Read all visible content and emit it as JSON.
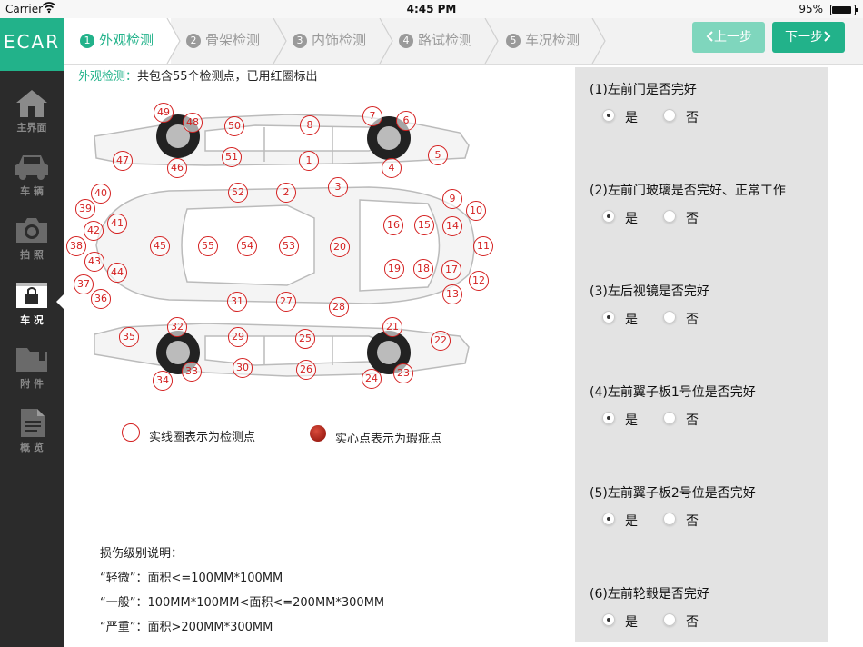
{
  "status": {
    "carrier": "Carrier",
    "time": "4:45 PM",
    "battery": "95%",
    "battery_level": 0.95
  },
  "app": {
    "logo": "ECAR"
  },
  "sidebar": {
    "items": [
      {
        "label": "主界面",
        "icon": "home-icon"
      },
      {
        "label": "车 辆",
        "icon": "car-icon"
      },
      {
        "label": "拍 照",
        "icon": "camera-icon"
      },
      {
        "label": "车 况",
        "icon": "condition-icon",
        "active": true
      },
      {
        "label": "附 件",
        "icon": "folder-icon"
      },
      {
        "label": "概 览",
        "icon": "document-icon"
      }
    ]
  },
  "tabs": [
    {
      "num": "1",
      "label": "外观检测",
      "active": true
    },
    {
      "num": "2",
      "label": "骨架检测"
    },
    {
      "num": "3",
      "label": "内饰检测"
    },
    {
      "num": "4",
      "label": "路试检测"
    },
    {
      "num": "5",
      "label": "车况检测"
    }
  ],
  "buttons": {
    "prev": "上一步",
    "next": "下一步"
  },
  "hint": {
    "key": "外观检测：",
    "text": "共包含55个检测点，已用红圈标出"
  },
  "markers": [
    "1",
    "2",
    "3",
    "4",
    "5",
    "6",
    "7",
    "8",
    "9",
    "10",
    "11",
    "12",
    "13",
    "14",
    "15",
    "16",
    "17",
    "18",
    "19",
    "20",
    "21",
    "22",
    "23",
    "24",
    "25",
    "26",
    "27",
    "28",
    "29",
    "30",
    "31",
    "32",
    "33",
    "34",
    "35",
    "36",
    "37",
    "38",
    "39",
    "40",
    "41",
    "42",
    "43",
    "44",
    "45",
    "46",
    "47",
    "48",
    "49",
    "50",
    "51",
    "52",
    "53",
    "54",
    "55"
  ],
  "legend": {
    "open": "实线圈表示为检测点",
    "solid": "实心点表示为瑕疵点"
  },
  "damage": {
    "title": "损伤级别说明：",
    "lines": [
      "“轻微”：面积<=100MM*100MM",
      "“一般”：100MM*100MM<面积<=200MM*300MM",
      "“严重”：面积>200MM*300MM"
    ]
  },
  "questions": [
    {
      "text": "(1)左前门是否完好",
      "yes": "是",
      "no": "否",
      "selected": "yes"
    },
    {
      "text": "(2)左前门玻璃是否完好、正常工作",
      "yes": "是",
      "no": "否",
      "selected": "yes"
    },
    {
      "text": "(3)左后视镜是否完好",
      "yes": "是",
      "no": "否",
      "selected": "yes"
    },
    {
      "text": "(4)左前翼子板1号位是否完好",
      "yes": "是",
      "no": "否",
      "selected": "yes"
    },
    {
      "text": "(5)左前翼子板2号位是否完好",
      "yes": "是",
      "no": "否",
      "selected": "yes"
    },
    {
      "text": "(6)左前轮毂是否完好",
      "yes": "是",
      "no": "否",
      "selected": "yes"
    }
  ]
}
